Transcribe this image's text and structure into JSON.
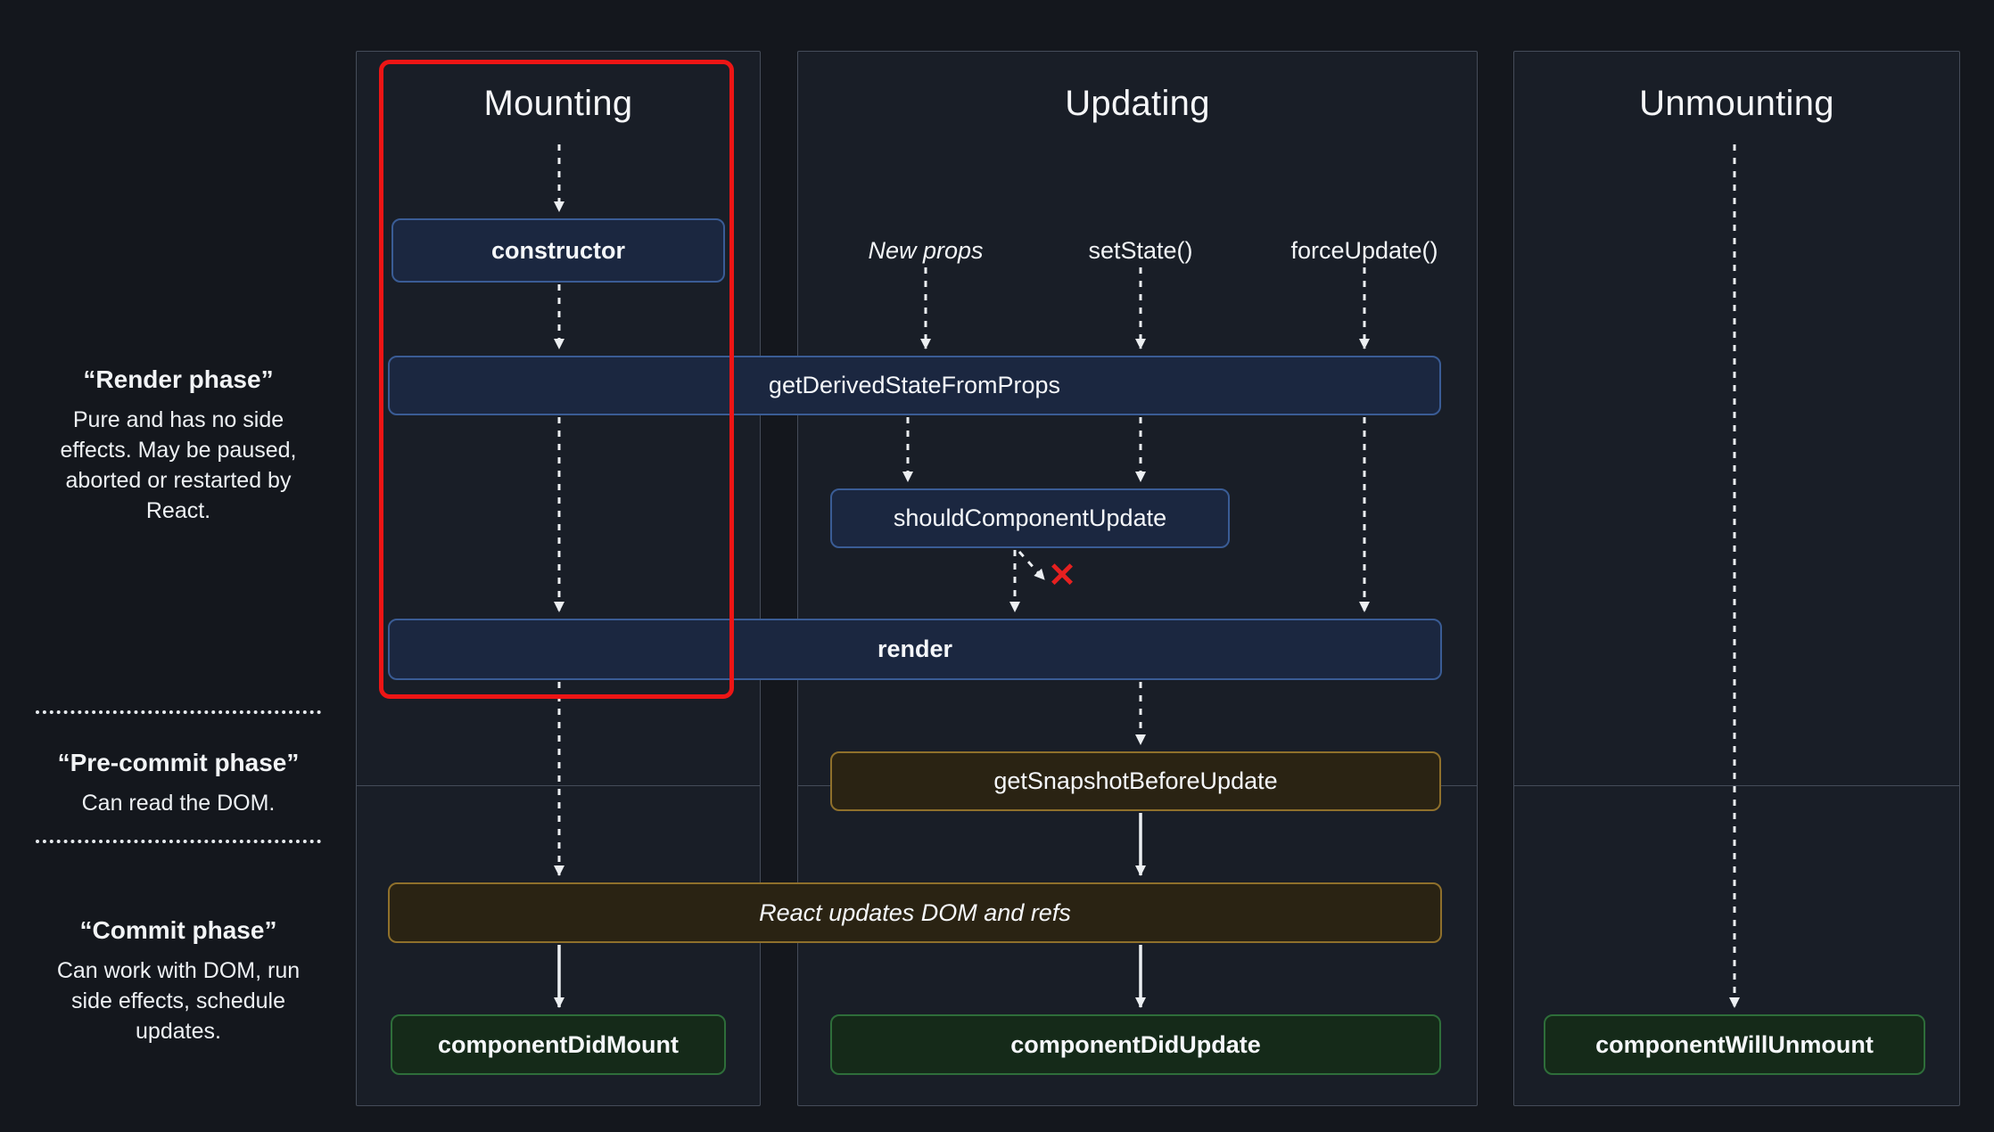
{
  "diagram": {
    "columns": {
      "mounting": {
        "title": "Mounting"
      },
      "updating": {
        "title": "Updating"
      },
      "unmounting": {
        "title": "Unmounting"
      }
    },
    "phase_labels": {
      "render": {
        "title": "“Render phase”",
        "description": "Pure and has no side effects. May be paused, aborted or restarted by React."
      },
      "pre_commit": {
        "title": "“Pre-commit phase”",
        "description": "Can read the DOM."
      },
      "commit": {
        "title": "“Commit phase”",
        "description": "Can work with DOM, run side effects, schedule updates."
      }
    },
    "triggers": {
      "new_props": "New props",
      "set_state": "setState()",
      "force_update": "forceUpdate()"
    },
    "methods": {
      "ctor": "constructor",
      "get_derived_state_from_props": "getDerivedStateFromProps",
      "should_component_update": "shouldComponentUpdate",
      "render": "render",
      "get_snapshot_before_update": "getSnapshotBeforeUpdate",
      "react_updates_dom": "React updates DOM and refs",
      "component_did_mount": "componentDidMount",
      "component_did_update": "componentDidUpdate",
      "component_will_unmount": "componentWillUnmount"
    },
    "skip_mark": "✕",
    "colors": {
      "background": "#14171d",
      "panel_border": "#454c59",
      "blue_border": "#3a5c95",
      "gold_border": "#8f702b",
      "green_border": "#2e6e3a",
      "highlight_red": "#ed1515",
      "arrow": "#eceff2"
    }
  }
}
